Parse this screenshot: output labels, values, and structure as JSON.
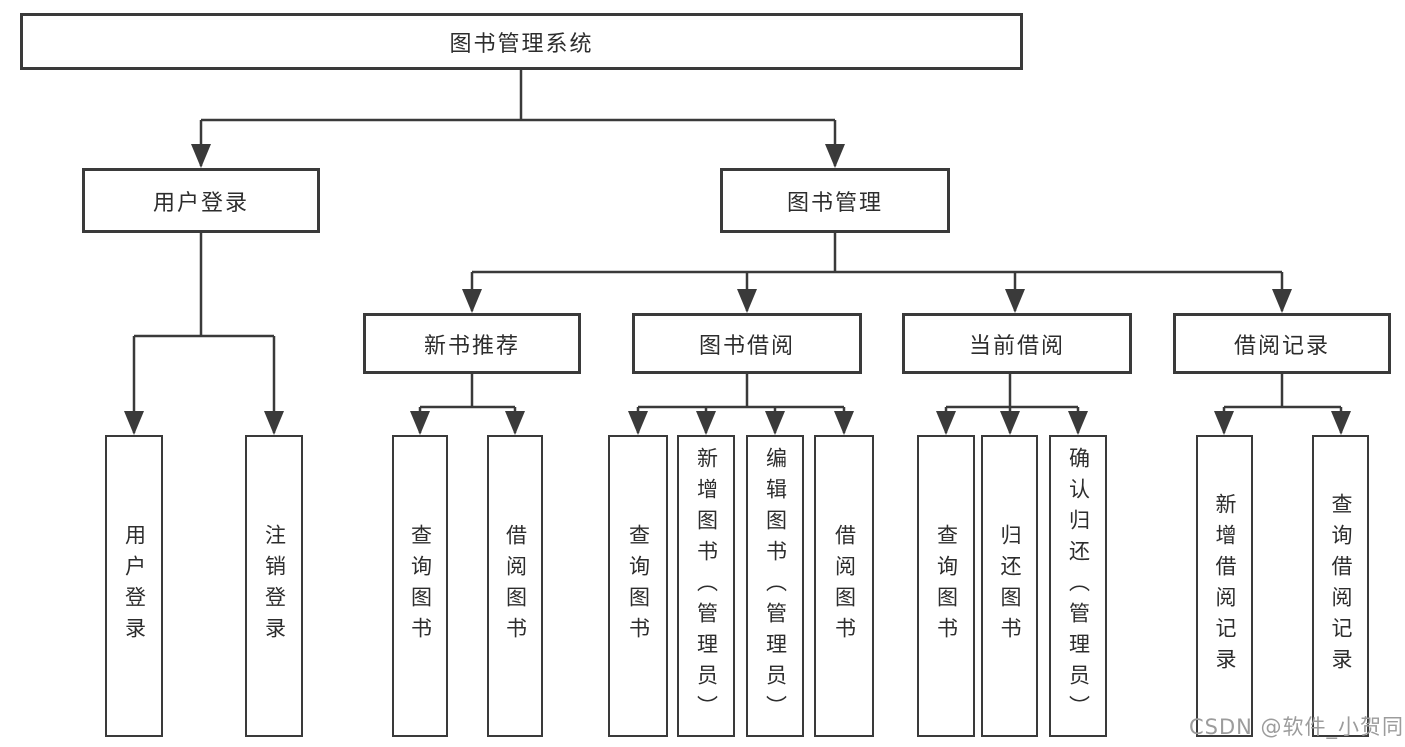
{
  "tree": {
    "root": {
      "label": "图书管理系统"
    },
    "branches": [
      {
        "label": "用户登录",
        "children": [
          {
            "label": "用户登录"
          },
          {
            "label": "注销登录"
          }
        ]
      },
      {
        "label": "图书管理",
        "children": [
          {
            "label": "新书推荐",
            "children": [
              {
                "label": "查询图书"
              },
              {
                "label": "借阅图书"
              }
            ]
          },
          {
            "label": "图书借阅",
            "children": [
              {
                "label": "查询图书"
              },
              {
                "label": "新增图书（管理员）"
              },
              {
                "label": "编辑图书（管理员）"
              },
              {
                "label": "借阅图书"
              }
            ]
          },
          {
            "label": "当前借阅",
            "children": [
              {
                "label": "查询图书"
              },
              {
                "label": "归还图书"
              },
              {
                "label": "确认归还（管理员）"
              }
            ]
          },
          {
            "label": "借阅记录",
            "children": [
              {
                "label": "新增借阅记录"
              },
              {
                "label": "查询借阅记录"
              }
            ]
          }
        ]
      }
    ]
  },
  "watermark": {
    "text": "CSDN @软件_小贺同学"
  },
  "colors": {
    "line": "#3a3a3a",
    "box_border": "#3a3a3a",
    "text": "#2d2d2d",
    "background": "#ffffff",
    "watermark": "#9c9c9c"
  }
}
